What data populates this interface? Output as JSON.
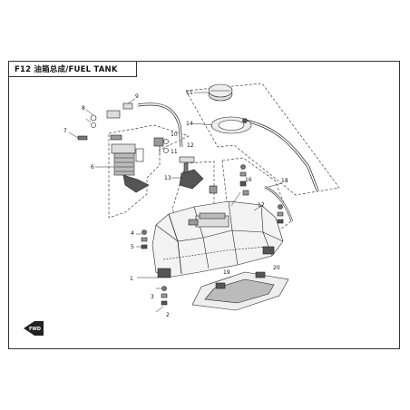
{
  "title": "F12 油箱总成/FUEL TANK",
  "fwd_label": "FWD",
  "colors": {
    "line": "#222222",
    "fill_dark": "#555555",
    "fill_light": "#dddddd",
    "frame": "#333333"
  },
  "callouts": [
    "1",
    "2",
    "3",
    "4",
    "5",
    "6",
    "7",
    "8",
    "9",
    "10",
    "11",
    "12",
    "13",
    "14",
    "15",
    "16",
    "17",
    "18",
    "19",
    "20"
  ]
}
